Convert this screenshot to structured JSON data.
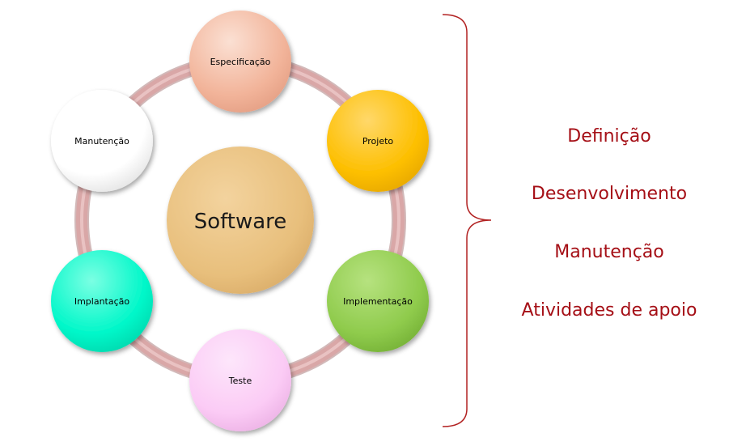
{
  "diagram": {
    "center": {
      "label": "Software",
      "color": "#E8BF7C"
    },
    "nodes": [
      {
        "label": "Especificação",
        "color": "#F2B49A"
      },
      {
        "label": "Projeto",
        "color": "#FDBF00"
      },
      {
        "label": "Implementação",
        "color": "#8FCB4C"
      },
      {
        "label": "Teste",
        "color": "#FBCBF5"
      },
      {
        "label": "Implantação",
        "color": "#00F7C9"
      },
      {
        "label": "Manutenção",
        "color": "#FFFFFF"
      }
    ],
    "ring_color": "#D9A7A7"
  },
  "phases": {
    "color": "#A50F16",
    "brace_color": "#B22222",
    "items": [
      "Definição",
      "Desenvolvimento",
      "Manutenção",
      "Atividades de apoio"
    ]
  }
}
